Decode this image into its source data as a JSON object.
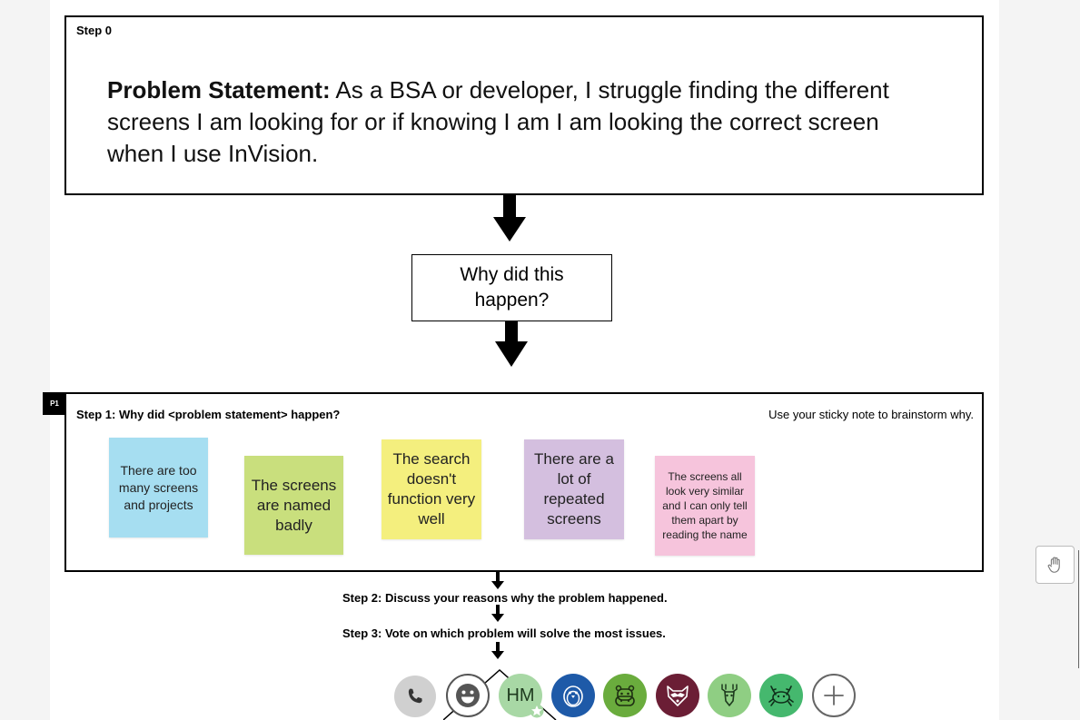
{
  "step0": {
    "label": "Step 0",
    "problem_bold": "Problem Statement:",
    "problem_text": " As a BSA or developer, I struggle finding the different screens I am looking for or if knowing I am I am looking the correct screen when I use InVision."
  },
  "why_box": "Why did this happen?",
  "step1": {
    "tag": "P1",
    "title": "Step 1: Why did <problem statement> happen?",
    "hint": "Use your sticky note to brainstorm why."
  },
  "stickies": [
    {
      "text": "There are too many screens and projects",
      "color": "#a6def1"
    },
    {
      "text": "The screens are named badly",
      "color": "#c9df7d"
    },
    {
      "text": "The search doesn't function very well",
      "color": "#f4ef7e"
    },
    {
      "text": "There are a lot of repeated screens",
      "color": "#d4bfdf"
    },
    {
      "text": "The screens all look very similar and I can only tell them apart by reading the name",
      "color": "#f6c4dc"
    }
  ],
  "step2": "Step 2: Discuss your reasons why the problem happened.",
  "step3": "Step 3: Vote on which problem will solve the most issues.",
  "collaborators": {
    "initials": "HM",
    "icons": [
      "phone-icon",
      "emoji-icon",
      "penguin-icon",
      "hippo-icon",
      "raccoon-icon",
      "deer-icon",
      "crab-icon",
      "add-icon"
    ],
    "colors": {
      "hm": "#a8d8a5",
      "penguin": "#1e5aa8",
      "hippo": "#6aac3d",
      "raccoon": "#6b1e35",
      "deer": "#8fce83",
      "crab": "#45b86e"
    }
  }
}
